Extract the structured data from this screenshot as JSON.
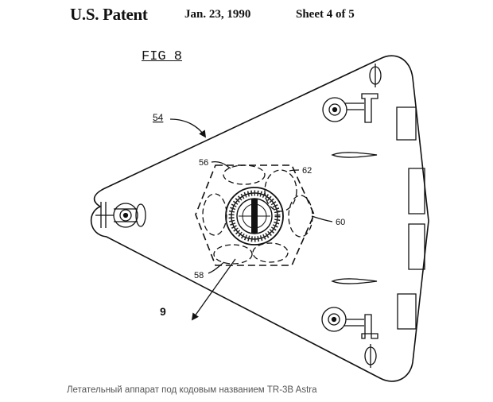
{
  "header": {
    "patent": "U.S. Patent",
    "date": "Jan. 23, 1990",
    "sheet": "Sheet 4 of 5"
  },
  "figure": {
    "label": "FIG 8"
  },
  "reference_numerals": {
    "craft": "54",
    "upper_pod": "56",
    "ring": "62",
    "right_pod": "60",
    "lower_pod": "58",
    "section": "9"
  },
  "caption": "Летательный аппарат под кодовым названием TR-3B Astra"
}
